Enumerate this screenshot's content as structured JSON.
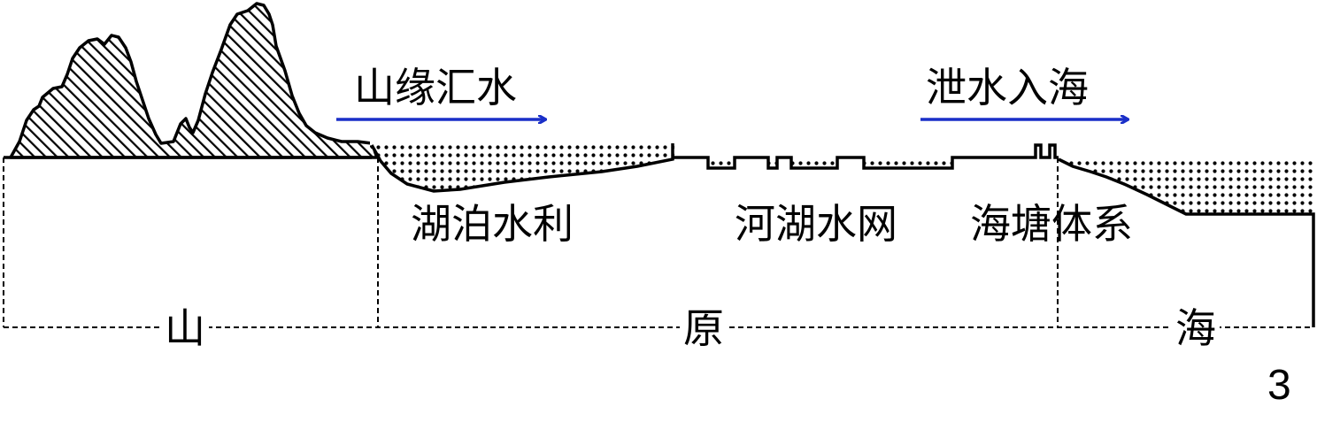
{
  "flows": {
    "left": "山缘汇水",
    "right": "泄水入海"
  },
  "areas": {
    "lake": "湖泊水利",
    "river": "河湖水网",
    "seawall": "海塘体系"
  },
  "zones": {
    "mountain": "山",
    "plain": "原",
    "sea": "海"
  },
  "page_number": "3",
  "colors": {
    "arrow": "#1a2fc8",
    "ink": "#000000"
  }
}
